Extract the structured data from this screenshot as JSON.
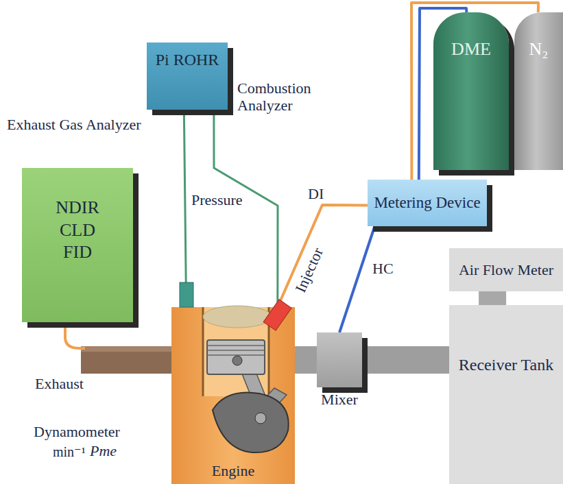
{
  "diagram": {
    "nodes": [
      {
        "text": [
          "Pi ROHR",
          "Combustion Analyzer"
        ]
      },
      {
        "text": [
          "DME"
        ]
      },
      {
        "text": [
          "N₂"
        ]
      },
      {
        "text": [
          "NDIR CLD FID",
          "Exhaust Gas Analyzer"
        ]
      },
      {
        "text": [
          "Metering Device"
        ]
      },
      {
        "text": [
          "Air Flow Meter"
        ]
      },
      {
        "text": [
          "Receiver Tank"
        ]
      },
      {
        "text": [
          "Mixer"
        ]
      },
      {
        "text": [
          "Engine"
        ]
      }
    ],
    "edges": [
      {
        "from": 8,
        "to": 0,
        "label": "Pressure",
        "arrow": "none"
      },
      {
        "from": 8,
        "to": 0,
        "arrow": "none"
      },
      {
        "from": 1,
        "to": 4,
        "arrow": "none"
      },
      {
        "from": 2,
        "to": 4,
        "arrow": "none"
      },
      {
        "from": 4,
        "to": 8,
        "label": "DI",
        "arrow": "none"
      },
      {
        "from": 4,
        "to": 7,
        "label": "HC",
        "arrow": "none"
      },
      {
        "from": 5,
        "to": 6,
        "arrow": "none"
      },
      {
        "from": 6,
        "to": 7,
        "arrow": "none"
      },
      {
        "from": 7,
        "to": 8,
        "arrow": "none"
      }
    ],
    "labels": [
      "Injector",
      "Exhaust",
      "Dynamometer",
      "min⁻¹",
      "Pme"
    ]
  }
}
